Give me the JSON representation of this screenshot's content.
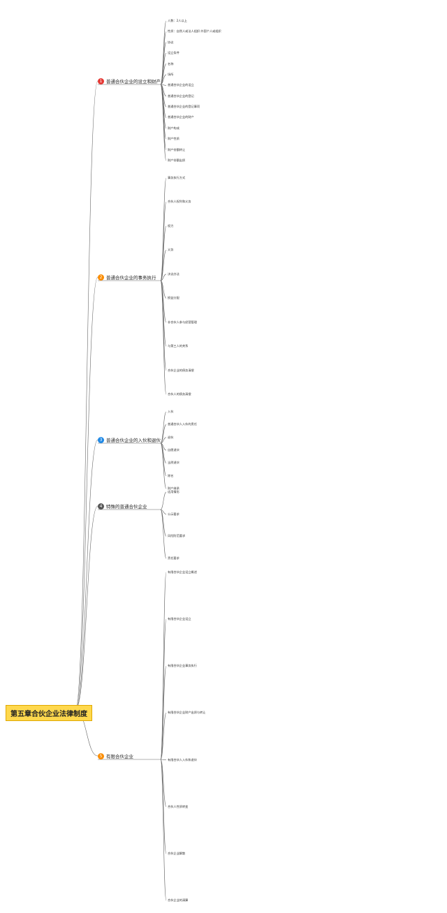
{
  "root": {
    "title": "第五章合伙企业法律制度"
  },
  "colors": {
    "line": "#666666",
    "numA": "#e53935",
    "numB": "#fb8c00",
    "numC": "#1e88e5",
    "numD": "#555555",
    "numE": "#fb8c00"
  },
  "branches": [
    {
      "num": "1",
      "label": "普通合伙企业的设立和财产"
    },
    {
      "num": "2",
      "label": "普通合伙企业的事务执行"
    },
    {
      "num": "3",
      "label": "普通合伙企业的入伙和退伙"
    },
    {
      "num": "4",
      "label": "特殊的普通合伙企业"
    },
    {
      "num": "5",
      "label": "有限合伙企业"
    }
  ],
  "leaves": [
    "人数：2人以上",
    "性质：自然人或法人组织·外国个人或组织",
    "协议",
    "设立条件",
    "名称",
    "场所",
    "普通合伙企业的设立",
    "普通合伙企业的登记",
    "普通合伙企业的登记事项",
    "普通合伙企业的财产",
    "财产构成",
    "财产性质",
    "财产份额转让",
    "财产份额出质",
    "事务执行方式",
    "合伙人权利和义务",
    "权力",
    "义务",
    "决议办法",
    "损益分配",
    "非合伙人参与经营管理",
    "与第三人的关系",
    "合伙企业的债务清偿",
    "合伙人的债务清偿",
    "入伙",
    "普通合伙人入伙的责任",
    "退伙",
    "自愿退伙",
    "当然退伙",
    "除名",
    "财产继承",
    "适用情形",
    "公示要求",
    "风险防范要求",
    "责任要求",
    "有限合伙企业设立概述",
    "有限合伙企业设立",
    "有限合伙企业事务执行",
    "有限合伙企业财产出质与转让",
    "有限合伙人入伙和退伙",
    "合伙人性质转变",
    "合伙企业解散",
    "合伙企业的清算"
  ]
}
